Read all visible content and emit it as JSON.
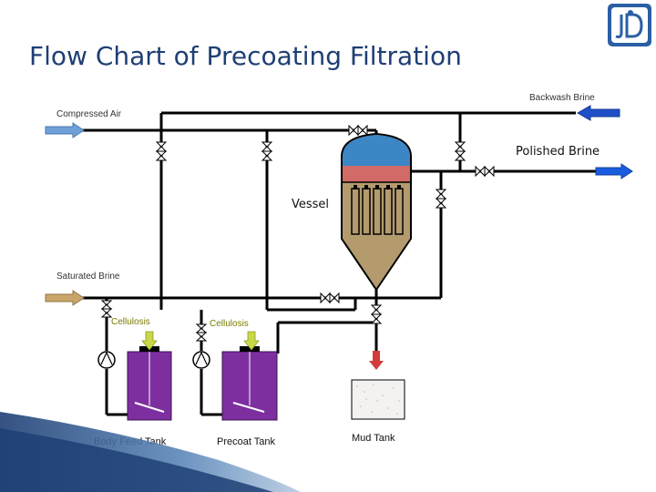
{
  "title": "Flow Chart of Precoating Filtration",
  "labels": {
    "compressed_air": "Compressed Air",
    "backwash_brine": "Backwash Brine",
    "polished_brine": "Polished Brine",
    "vessel": "Vessel",
    "saturated_brine": "Saturated Brine",
    "cellulosis_1": "Cellulosis",
    "cellulosis_2": "Cellulosis",
    "body_feed_tank": "Body Feed Tank",
    "precoat_tank": "Precoat Tank",
    "mud_tank": "Mud Tank"
  },
  "colors": {
    "title": "#1f3f74",
    "air_arrow": "#6fa0d8",
    "backwash_arrow": "#2050c8",
    "polished_arrow": "#1a5ce0",
    "saturated_arrow": "#c9a56a",
    "vessel_top": "#3d86c6",
    "vessel_band": "#d26a67",
    "vessel_body": "#b49b6e",
    "tank": "#7d2fa0",
    "feed_arrow": "#c8d84a",
    "mud_arrow": "#d23c3c"
  },
  "icons": {
    "logo": "jd-logo-icon",
    "valve": "valve-icon",
    "pump": "pump-icon"
  }
}
